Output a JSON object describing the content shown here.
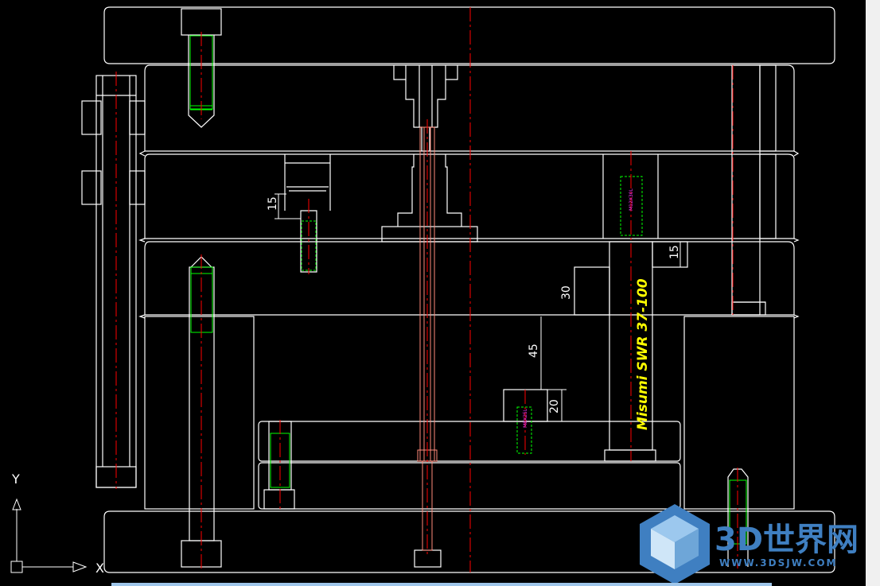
{
  "colors": {
    "background": "#000000",
    "outline": "#ffffff",
    "centerline": "#ff0000",
    "screw_thread": "#00ff00",
    "ejector_pin": "#ff8a7a",
    "spring_label": "#ffff00",
    "screw_label": "#ff33ff",
    "watermark": "#3f7fc1"
  },
  "dimensions": {
    "left_stop": "15",
    "right_stop": "15",
    "spring_gap": "30",
    "ejector_travel": "45",
    "screw_depth": "20"
  },
  "spring_label": "Misumi SWR 37-100",
  "screw_labels": {
    "right_screw": "M12X30L",
    "lower_screw": "M8X25L"
  },
  "ucs_icon": {
    "y_axis": "Y",
    "x_axis": "X"
  },
  "watermark": {
    "main": "3D世界网",
    "sub": "WWW.3DSJW.COM",
    "icon": "cube-logo-icon"
  }
}
